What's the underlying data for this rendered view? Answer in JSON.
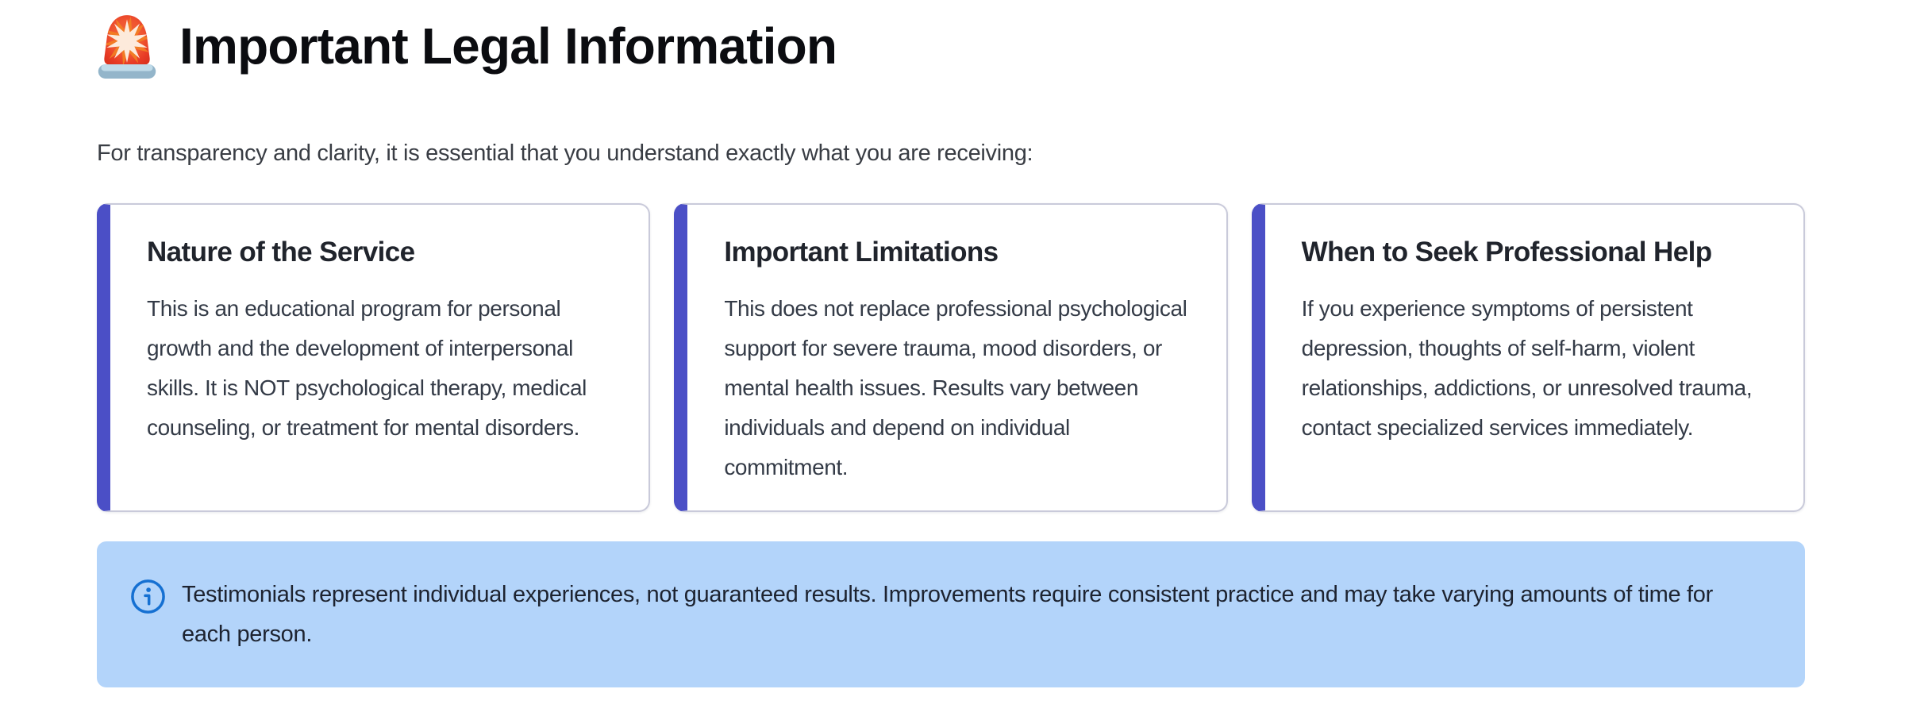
{
  "header": {
    "icon": "rotating-beacon-siren-emoji",
    "title": "Important Legal Information"
  },
  "intro": "For transparency and clarity, it is essential that you understand exactly what you are receiving:",
  "cards": [
    {
      "title": "Nature of the Service",
      "body": "This is an educational program for personal growth and the development of interpersonal skills. It is NOT psychological therapy, medical counseling, or treatment for mental disorders."
    },
    {
      "title": "Important Limitations",
      "body": "This does not replace professional psychological support for severe trauma, mood disorders, or mental health issues. Results vary between individuals and depend on individual commitment."
    },
    {
      "title": "When to Seek Professional Help",
      "body": "If you experience symptoms of persistent depression, thoughts of self-harm, violent relationships, addictions, or unresolved trauma, contact specialized services immediately."
    }
  ],
  "notice": {
    "icon": "info-icon",
    "text": "Testimonials represent individual experiences, not guaranteed results. Improvements require consistent practice and may take varying amounts of time for each person."
  },
  "colors": {
    "accent": "#4b4fc6",
    "card_border": "#c9cada",
    "notice_bg": "#b3d4fa",
    "notice_icon_blue": "#1570d2"
  }
}
